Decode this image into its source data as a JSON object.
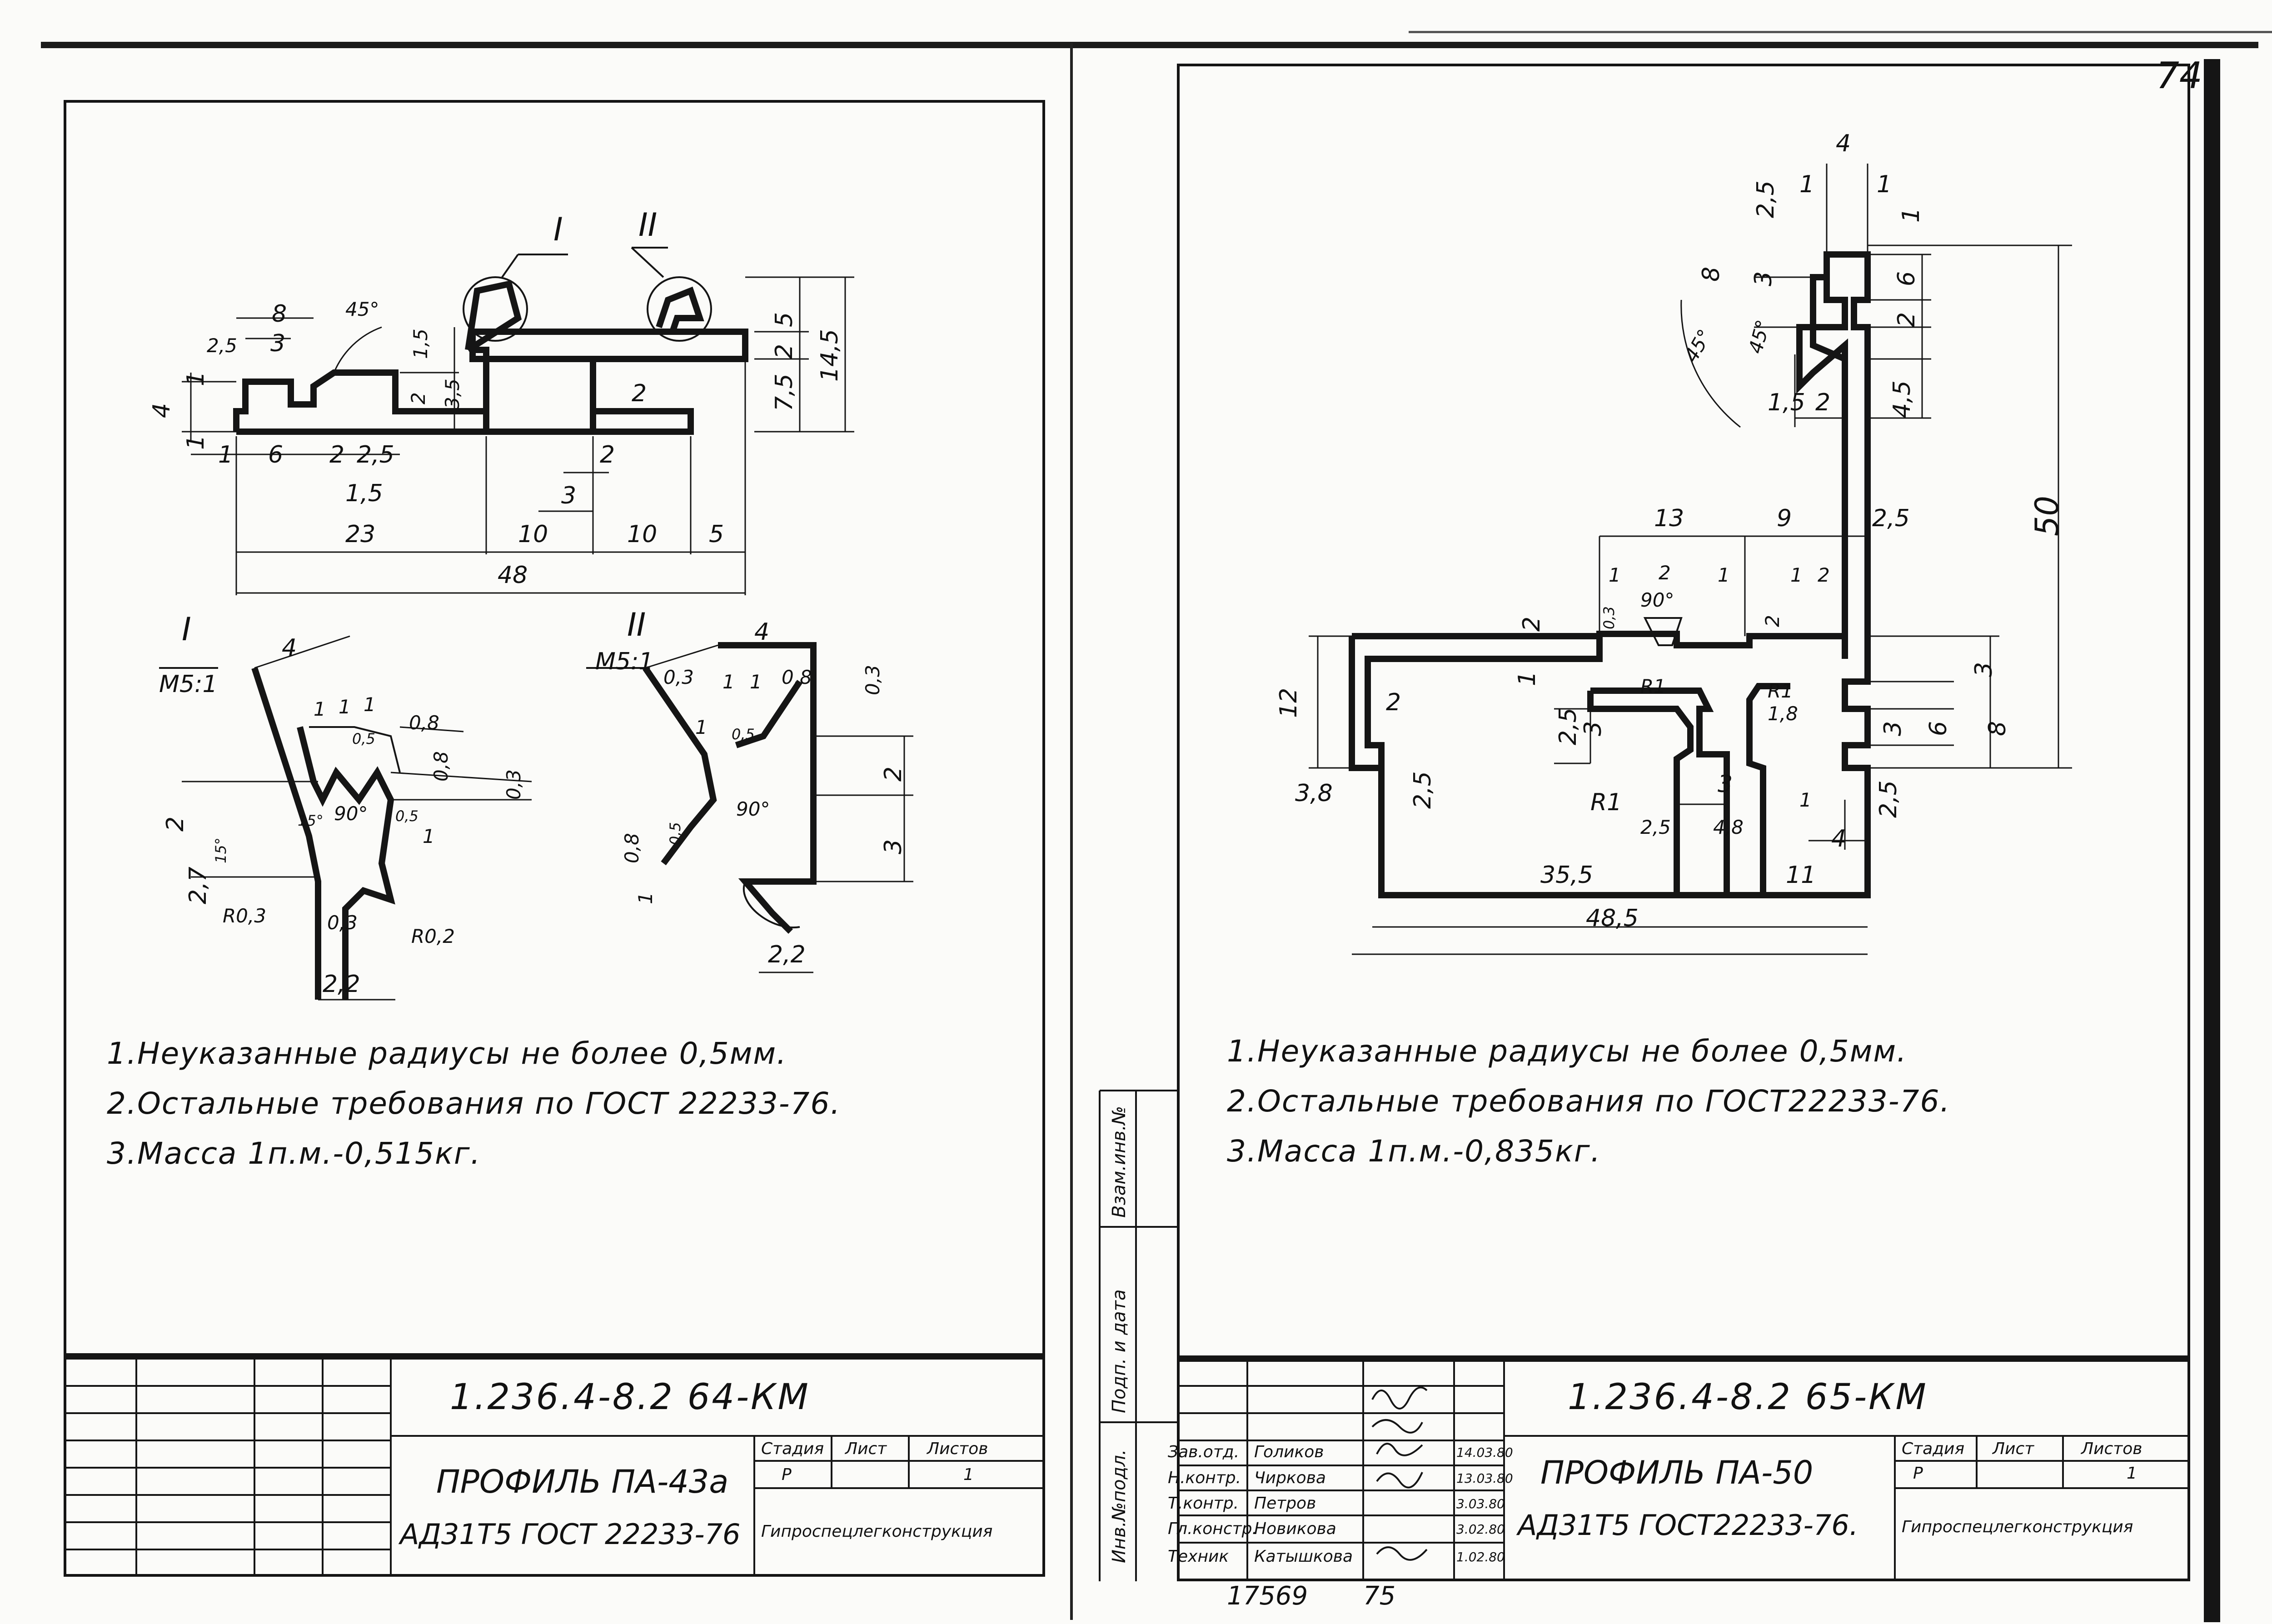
{
  "page_number": "74",
  "bottom_stamp": [
    "17569",
    "75"
  ],
  "left_sheet": {
    "section_marks": [
      "I",
      "II"
    ],
    "detail_I": {
      "mark": "I",
      "scale": "М5:1"
    },
    "detail_II": {
      "mark": "II",
      "scale": "М5:1"
    },
    "dims_main": [
      "8",
      "45°",
      "2,5",
      "3",
      "1,5",
      "3,5",
      "2",
      "1",
      "4",
      "1",
      "1",
      "6",
      "2",
      "2,5",
      "1,5",
      "5",
      "2",
      "7,5",
      "14,5",
      "2",
      "2",
      "3",
      "23",
      "10",
      "10",
      "5",
      "48"
    ],
    "dims_detail_I": [
      "4",
      "1",
      "1",
      "1",
      "0,8",
      "0,5",
      "0,8",
      "0,3",
      "2",
      "15°",
      "90°",
      "0,5",
      "1",
      "15°",
      "2,7",
      "R0,3",
      "0,3",
      "R0,2",
      "2,2"
    ],
    "dims_detail_II": [
      "4",
      "0,3",
      "1",
      "1",
      "0,8",
      "0,3",
      "0,5",
      "1",
      "2",
      "3",
      "90°",
      "0,8",
      "0,5",
      "1",
      "2,2"
    ],
    "notes": [
      "1.Неуказанные радиусы не более 0,5мм.",
      "2.Остальные требования по ГОСТ 22233-76.",
      "3.Масса 1п.м.-0,515кг."
    ],
    "title_block": {
      "code": "1.236.4-8.2 64-КМ",
      "title": "ПРОФИЛЬ ПА-43а",
      "material": "АД31Т5 ГОСТ 22233-76",
      "stage_hdr": "Стадия",
      "sheet_hdr": "Лист",
      "sheets_hdr": "Листов",
      "stage": "Р",
      "sheet": "",
      "sheets": "1",
      "org": "Гипроспецлегконструкция"
    }
  },
  "right_sheet": {
    "dims_top": [
      "4",
      "1",
      "1",
      "2,5",
      "1",
      "8",
      "3",
      "6",
      "45°",
      "45°",
      "2",
      "1,5",
      "2",
      "4,5",
      "50"
    ],
    "dims_middle": [
      "13",
      "9",
      "2,5",
      "1",
      "2",
      "1",
      "1",
      "2",
      "0,3",
      "90°",
      "2",
      "2",
      "12",
      "1",
      "R1",
      "R1",
      "1,8",
      "3",
      "2",
      "2,5",
      "3",
      "3",
      "6",
      "8",
      "R1",
      "3",
      "4,8",
      "2,5",
      "3,8",
      "2,5",
      "1",
      "2,5",
      "4",
      "35,5",
      "11",
      "48,5"
    ],
    "notes": [
      "1.Неуказанные радиусы не более 0,5мм.",
      "2.Остальные требования по ГОСТ22233-76.",
      "3.Масса 1п.м.-0,835кг."
    ],
    "side_labels": [
      "Инв.№подл.",
      "Подп. и дата",
      "Взам.инв.№"
    ],
    "title_block": {
      "code": "1.236.4-8.2 65-КМ",
      "title": "ПРОФИЛЬ ПА-50",
      "material": "АД31Т5 ГОСТ22233-76.",
      "stage_hdr": "Стадия",
      "sheet_hdr": "Лист",
      "sheets_hdr": "Листов",
      "stage": "Р",
      "sheet": "",
      "sheets": "1",
      "org": "Гипроспецлегконструкция",
      "signers": [
        {
          "role": "Зав.отд.",
          "name": "Голиков",
          "date": "14.03.80"
        },
        {
          "role": "Н.контр.",
          "name": "Чиркова",
          "date": "13.03.80"
        },
        {
          "role": "Т.контр.",
          "name": "Петров",
          "date": "3.03.80"
        },
        {
          "role": "Гл.констр.",
          "name": "Новикова",
          "date": "3.02.80"
        },
        {
          "role": "Техник",
          "name": "Катышкова",
          "date": "1.02.80"
        }
      ]
    }
  }
}
